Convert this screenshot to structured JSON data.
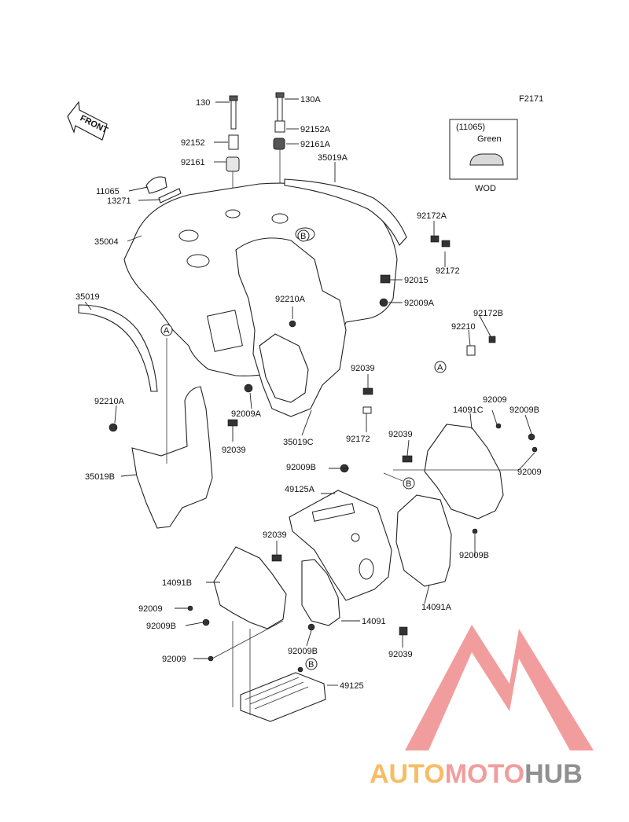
{
  "figure_code": "F2171",
  "front_label": "FRONT",
  "note_box": {
    "part": "(11065)",
    "color": "Green",
    "caption": "WOD"
  },
  "callout_letters": {
    "a": "A",
    "b": "B"
  },
  "labels": {
    "p130": "130",
    "p130a": "130A",
    "p92152": "92152",
    "p92152a": "92152A",
    "p92161": "92161",
    "p92161a": "92161A",
    "p35019a": "35019A",
    "p11065": "11065",
    "p13271": "13271",
    "p35004": "35004",
    "p92172a": "92172A",
    "p92172": "92172",
    "p92015": "92015",
    "p92009a_r": "92009A",
    "p35019": "35019",
    "p92210a_c": "92210A",
    "p92172b": "92172B",
    "p92210": "92210",
    "p92039_1": "92039",
    "p92210a_l": "92210A",
    "p92009a_c": "92009A",
    "p92039_2": "92039",
    "p35019c": "35019C",
    "p92172_c": "92172",
    "p35019b": "35019B",
    "p92039_3": "92039",
    "p92009_tr": "92009",
    "p14091c": "14091C",
    "p92009b_tr": "92009B",
    "p92009b_c": "92009B",
    "p92009_r": "92009",
    "p49125a": "49125A",
    "p92039_4": "92039",
    "p92009b_r": "92009B",
    "p14091b": "14091B",
    "p14091a": "14091A",
    "p92009_l1": "92009",
    "p92009b_l": "92009B",
    "p14091": "14091",
    "p92009_l2": "92009",
    "p92009b_b": "92009B",
    "p92039_5": "92039",
    "p49125": "49125"
  },
  "watermark": {
    "part1": "AUTO",
    "part2": "MOTO",
    "part3": "HUB"
  },
  "colors": {
    "line": "#222222",
    "watermark_red": "#f08c8c",
    "watermark_orange": "#f6b24a",
    "watermark_grey": "#7d7d7d"
  }
}
